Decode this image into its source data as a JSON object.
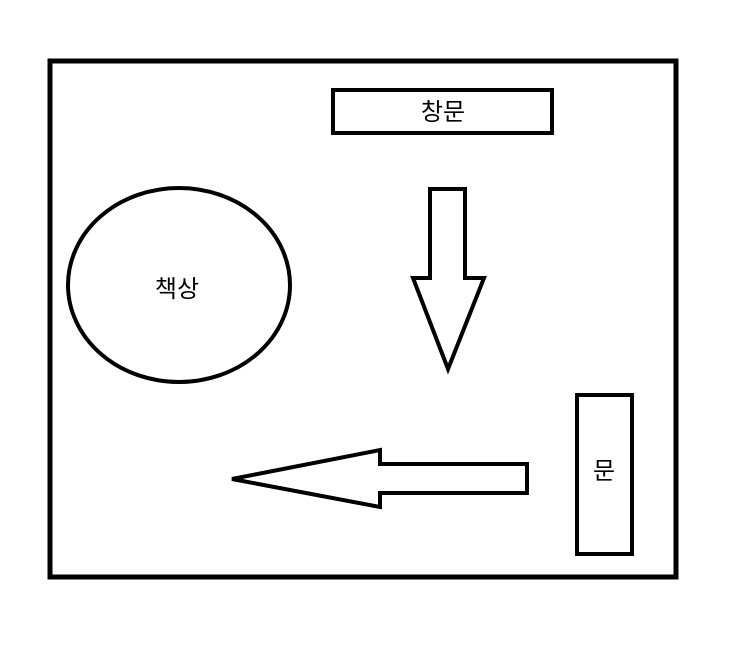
{
  "room": {
    "window_label": "창문",
    "desk_label": "책상",
    "door_label": "문"
  }
}
